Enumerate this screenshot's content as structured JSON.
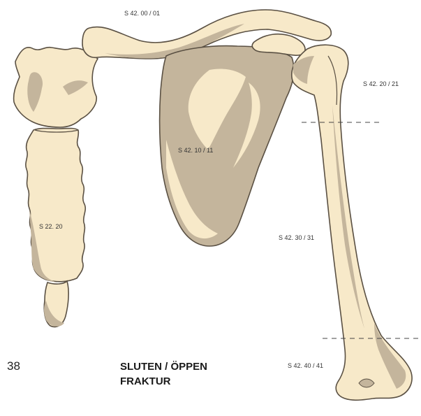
{
  "colors": {
    "bone_fill": "#f7e9c9",
    "bone_shadow": "#c4b59c",
    "outline": "#5a5043",
    "dashed_line": "#444444"
  },
  "labels": {
    "clavicle_code": "S 42. 00 / 01",
    "upper_humerus_code": "S 42. 20 / 21",
    "scapula_code": "S 42. 10 / 11",
    "sternum_code": "S 22. 20",
    "humerus_shaft_code": "S 42. 30 / 31",
    "lower_humerus_code": "S 42. 40 / 41"
  },
  "page": {
    "number": "38",
    "title_line1": "SLUTEN / ÖPPEN",
    "title_line2": "FRAKTUR"
  }
}
